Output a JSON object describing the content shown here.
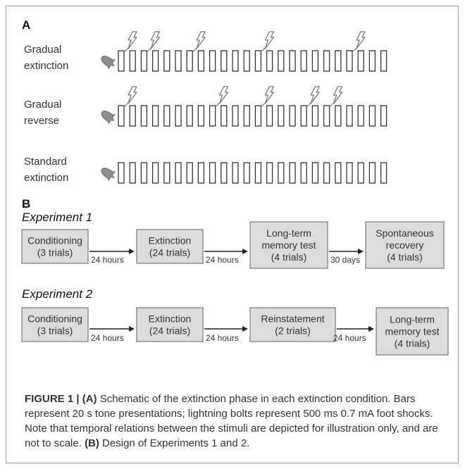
{
  "panel_a": {
    "label": "A",
    "rows": [
      {
        "label_lines": [
          "Gradual",
          "extinction"
        ],
        "shocks": [
          0,
          2,
          6,
          12,
          20
        ]
      },
      {
        "label_lines": [
          "Gradual",
          "reverse"
        ],
        "shocks": [
          0,
          8,
          12,
          16,
          18
        ]
      },
      {
        "label_lines": [
          "Standard",
          "extinction"
        ],
        "shocks": []
      }
    ],
    "trials_per_row": 24
  },
  "panel_b": {
    "label": "B",
    "experiments": [
      {
        "title": "Experiment 1",
        "stages": [
          {
            "lines": [
              "Conditioning",
              "(3 trials)"
            ]
          },
          {
            "lines": [
              "Extinction",
              "(24 trials)"
            ]
          },
          {
            "lines": [
              "Long-term",
              "memory test",
              "(4 trials)"
            ]
          },
          {
            "lines": [
              "Spontaneous",
              "recovery",
              "(4 trials)"
            ]
          }
        ],
        "intervals": [
          "24 hours",
          "24 hours",
          "30 days"
        ]
      },
      {
        "title": "Experiment 2",
        "stages": [
          {
            "lines": [
              "Conditioning",
              "(3 trials)"
            ]
          },
          {
            "lines": [
              "Extinction",
              "(24 trials)"
            ]
          },
          {
            "lines": [
              "Reinstatement",
              "(2 trials)"
            ]
          },
          {
            "lines": [
              "Long-term",
              "memory test",
              "(4 trials)"
            ]
          }
        ],
        "intervals": [
          "24 hours",
          "24 hours",
          "24 hours"
        ]
      }
    ]
  },
  "caption": {
    "figure_label": "FIGURE 1 | ",
    "part_a_label": "(A)",
    "part_a_text": " Schematic of the extinction phase in each extinction condition. Bars represent 20 s tone presentations; lightning bolts represent 500 ms 0.7 mA foot shocks. Note that temporal relations between the stimuli are depicted for illustration only, and are not to scale. ",
    "part_b_label": "(B)",
    "part_b_text": " Design of Experiments 1 and 2."
  },
  "colors": {
    "box_fill": "#dcdcdc",
    "box_stroke": "#777777",
    "bar_stroke": "#333333",
    "bell": "#8c8c8c",
    "bolt": "#777777"
  }
}
